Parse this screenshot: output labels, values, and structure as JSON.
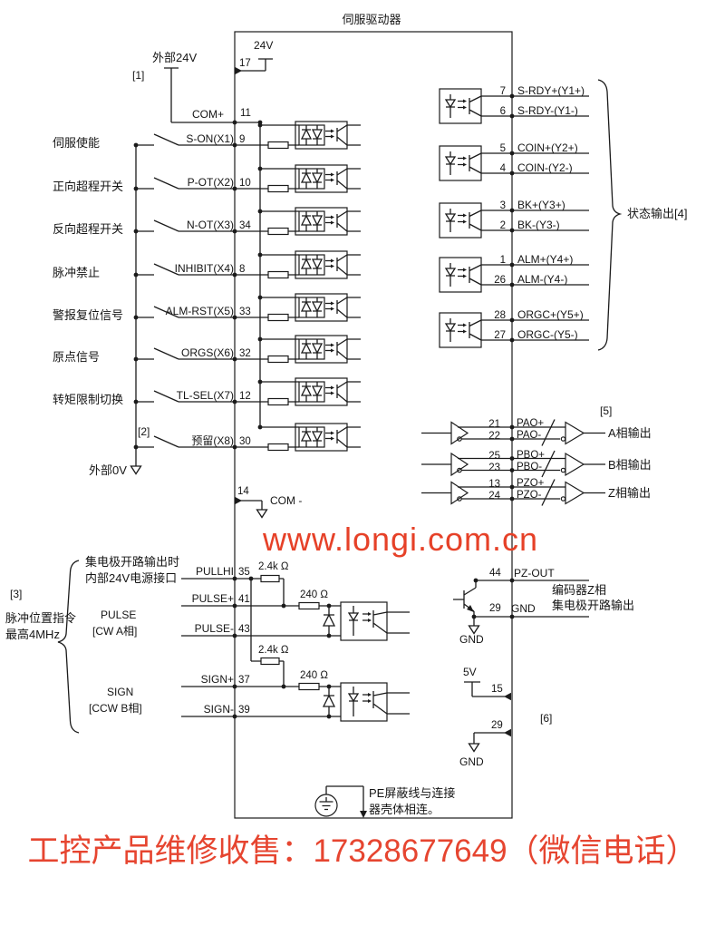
{
  "title": "伺服驱动器",
  "watermark": "www.longi.com.cn",
  "footer": "工控产品维修收售：17328677649（微信电话）",
  "colors": {
    "diagram_line": "#1b1b1b",
    "accent_red": "#e64128"
  },
  "top": {
    "ext24v": "外部24V",
    "note1": "[1]",
    "v24": "24V",
    "pin17": "17",
    "com_plus": "COM+",
    "pin11": "11"
  },
  "inputs": [
    {
      "desc": "伺服使能",
      "signal": "S-ON(X1)",
      "pin": "9"
    },
    {
      "desc": "正向超程开关",
      "signal": "P-OT(X2)",
      "pin": "10"
    },
    {
      "desc": "反向超程开关",
      "signal": "N-OT(X3)",
      "pin": "34"
    },
    {
      "desc": "脉冲禁止",
      "signal": "INHIBIT(X4)",
      "pin": "8"
    },
    {
      "desc": "警报复位信号",
      "signal": "ALM-RST(X5)",
      "pin": "33"
    },
    {
      "desc": "原点信号",
      "signal": "ORGS(X6)",
      "pin": "32"
    },
    {
      "desc": "转矩限制切换",
      "signal": "TL-SEL(X7)",
      "pin": "12"
    },
    {
      "desc": "",
      "note": "[2]",
      "signal": "预留(X8)",
      "pin": "30"
    }
  ],
  "ext0v": "外部0V",
  "com_minus": {
    "pin": "14",
    "label": "COM -"
  },
  "outputs": [
    {
      "pin": "7",
      "label": "S-RDY+(Y1+)"
    },
    {
      "pin": "6",
      "label": "S-RDY-(Y1-)"
    },
    {
      "pin": "5",
      "label": "COIN+(Y2+)"
    },
    {
      "pin": "4",
      "label": "COIN-(Y2-)"
    },
    {
      "pin": "3",
      "label": "BK+(Y3+)"
    },
    {
      "pin": "2",
      "label": "BK-(Y3-)"
    },
    {
      "pin": "1",
      "label": "ALM+(Y4+)"
    },
    {
      "pin": "26",
      "label": "ALM-(Y4-)"
    },
    {
      "pin": "28",
      "label": "ORGC+(Y5+)"
    },
    {
      "pin": "27",
      "label": "ORGC-(Y5-)"
    }
  ],
  "status_label": "状态输出[4]",
  "encoder": {
    "note": "[5]",
    "pins": [
      {
        "pin": "21",
        "label": "PAO+"
      },
      {
        "pin": "22",
        "label": "PAO-"
      },
      {
        "pin": "25",
        "label": "PBO+"
      },
      {
        "pin": "23",
        "label": "PBO-"
      },
      {
        "pin": "13",
        "label": "PZO+"
      },
      {
        "pin": "24",
        "label": "PZO-"
      }
    ],
    "channels": [
      "A相输出",
      "B相输出",
      "Z相输出"
    ]
  },
  "pulse": {
    "note": "[3]",
    "desc_line1": "脉冲位置指令",
    "desc_line2": "最高4MHz",
    "oc_line1": "集电极开路输出时",
    "oc_line2": "内部24V电源接口",
    "pulse_name": "PULSE",
    "pulse_mode": "[CW A相]",
    "sign_name": "SIGN",
    "sign_mode": "[CCW B相]",
    "rows": [
      {
        "signal": "PULLHI",
        "pin": "35"
      },
      {
        "signal": "PULSE+",
        "pin": "41"
      },
      {
        "signal": "PULSE-",
        "pin": "43"
      },
      {
        "signal": "SIGN+",
        "pin": "37"
      },
      {
        "signal": "SIGN-",
        "pin": "39"
      }
    ],
    "r_pullhi1": "2.4k Ω",
    "r_pulse": "240 Ω",
    "r_pullhi2": "2.4k Ω",
    "r_sign": "240 Ω"
  },
  "pz": {
    "pin44": "44",
    "label44": "PZ-OUT",
    "pin29": "29",
    "label29": "GND",
    "desc_line1": "编码器Z相",
    "desc_line2": "集电极开路输出",
    "gnd_transistor": "GND",
    "v5": "5V",
    "pin15": "15",
    "note6": "[6]",
    "pin29b": "29",
    "gnd_bottom": "GND"
  },
  "pe": {
    "line1": "PE屏蔽线与连接",
    "line2": "器壳体相连。"
  }
}
